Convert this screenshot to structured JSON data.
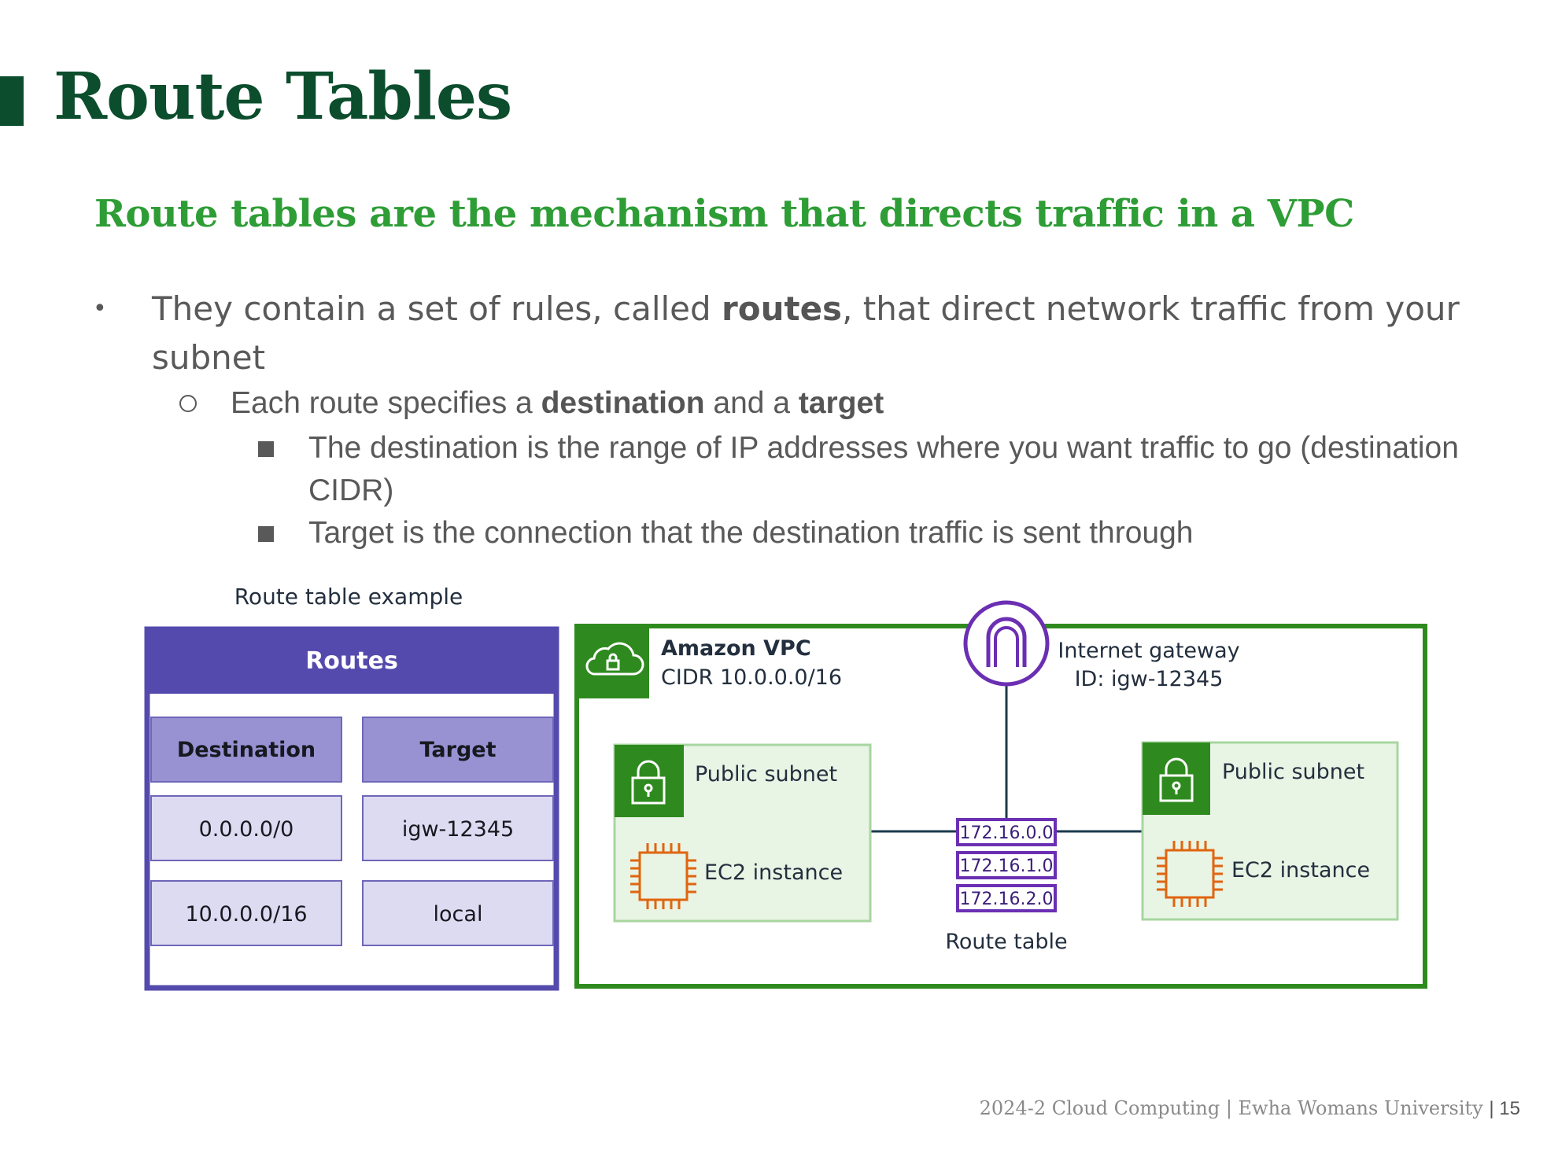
{
  "slide": {
    "title": "Route Tables",
    "subtitle": "Route tables are the mechanism that directs traffic in a VPC"
  },
  "bullets": {
    "b1_pre": "They contain a set of rules, called ",
    "b1_bold": "routes",
    "b1_post": ", that direct network traffic from your subnet",
    "b2_pre": "Each route specifies a ",
    "b2_bold1": "destination",
    "b2_mid": " and a ",
    "b2_bold2": "target",
    "b3a": "The destination is the range of IP addresses where you want traffic to go (destination CIDR)",
    "b3b": "Target is the connection that the destination traffic is sent through"
  },
  "route_table": {
    "caption": "Route table example",
    "header": "Routes",
    "columns": [
      "Destination",
      "Target"
    ],
    "rows": [
      [
        "0.0.0.0/0",
        "igw-12345"
      ],
      [
        "10.0.0.0/16",
        "local"
      ]
    ]
  },
  "vpc": {
    "name": "Amazon VPC",
    "cidr": "CIDR 10.0.0.0/16",
    "gateway_name": "Internet gateway",
    "gateway_id": "ID: igw-12345",
    "subnet_left": "Public subnet",
    "subnet_right": "Public subnet",
    "instance_left": "EC2 instance",
    "instance_right": "EC2 instance",
    "route_entries": [
      "172.16.0.0",
      "172.16.1.0",
      "172.16.2.0"
    ],
    "route_table_label": "Route table",
    "icons": [
      "cloud-lock-icon",
      "internet-gateway-icon",
      "padlock-icon",
      "ec2-chip-icon"
    ]
  },
  "colors": {
    "title": "#0b4d2c",
    "subtitle": "#2e9d36",
    "routes_header": "#544aad",
    "column_header": "#9892d3",
    "cell": "#dddbf1",
    "vpc_border": "#2e8a1e",
    "subnet_fill": "#e8f4e4",
    "gateway": "#6b2fb3",
    "ec2": "#e0650f"
  },
  "footer": {
    "text": "2024-2 Cloud Computing  |  Ewha Womans University",
    "page": "| 15"
  }
}
